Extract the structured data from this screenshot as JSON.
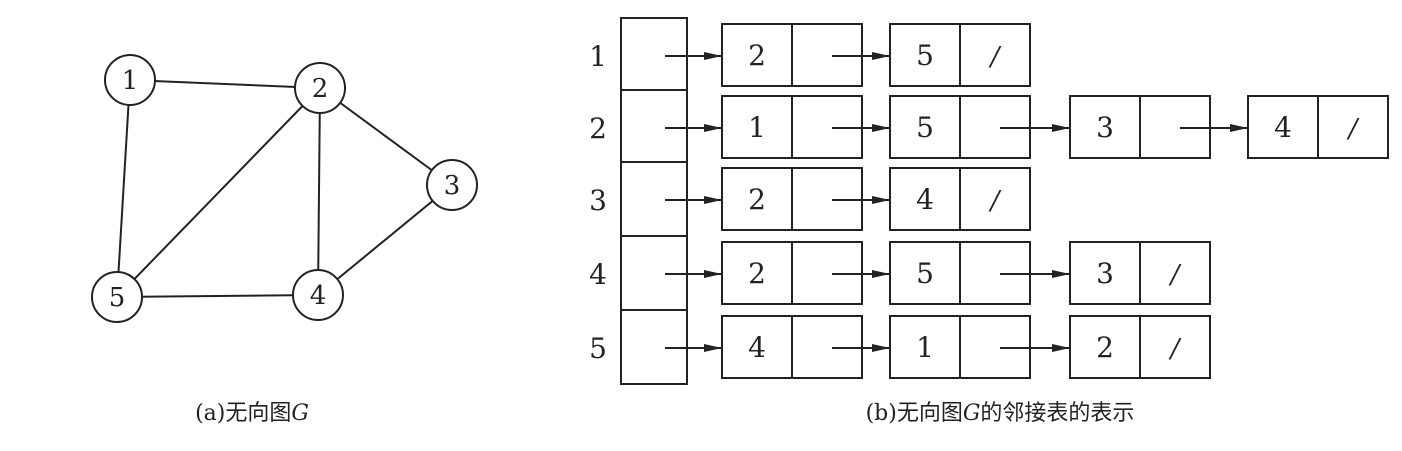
{
  "graph": {
    "caption_prefix": "(a)无向图",
    "caption_var": "G",
    "vertices": [
      "1",
      "2",
      "3",
      "4",
      "5"
    ],
    "edges": [
      [
        "1",
        "2"
      ],
      [
        "1",
        "5"
      ],
      [
        "2",
        "3"
      ],
      [
        "2",
        "4"
      ],
      [
        "2",
        "5"
      ],
      [
        "3",
        "4"
      ],
      [
        "4",
        "5"
      ]
    ]
  },
  "adjacency": {
    "caption_prefix": "(b)无向图",
    "caption_var": "G",
    "caption_suffix": "的邻接表的表示",
    "null_marker": "/",
    "rows": [
      {
        "label": "1",
        "list": [
          "2",
          "5"
        ]
      },
      {
        "label": "2",
        "list": [
          "1",
          "5",
          "3",
          "4"
        ]
      },
      {
        "label": "3",
        "list": [
          "2",
          "4"
        ]
      },
      {
        "label": "4",
        "list": [
          "2",
          "5",
          "3"
        ]
      },
      {
        "label": "5",
        "list": [
          "4",
          "1",
          "2"
        ]
      }
    ]
  }
}
